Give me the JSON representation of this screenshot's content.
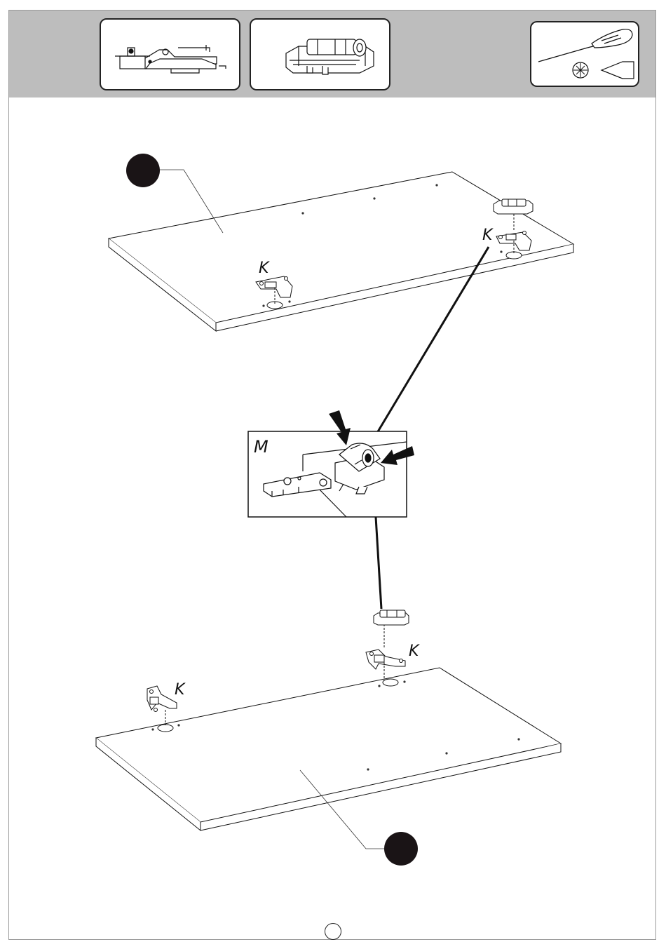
{
  "labels": {
    "hinge_top_left": "K",
    "hinge_top_right": "K",
    "hinge_bottom_left": "K",
    "hinge_bottom_right": "K",
    "detail_label": "M"
  },
  "callouts": {
    "top_panel_marker": "",
    "bottom_panel_marker": ""
  },
  "page_number": "",
  "icons": {
    "hinge_part": "hinge-part-icon",
    "connector_part": "hinge-connector-part-icon",
    "screwdriver": "phillips-screwdriver-icon",
    "philips_head": "phillips-head-icon",
    "flat_head": "flat-screwdriver-tip-icon"
  },
  "colors": {
    "header_band": "#bdbdbd",
    "ink": "#111111",
    "callout_fill": "#1a1416"
  }
}
